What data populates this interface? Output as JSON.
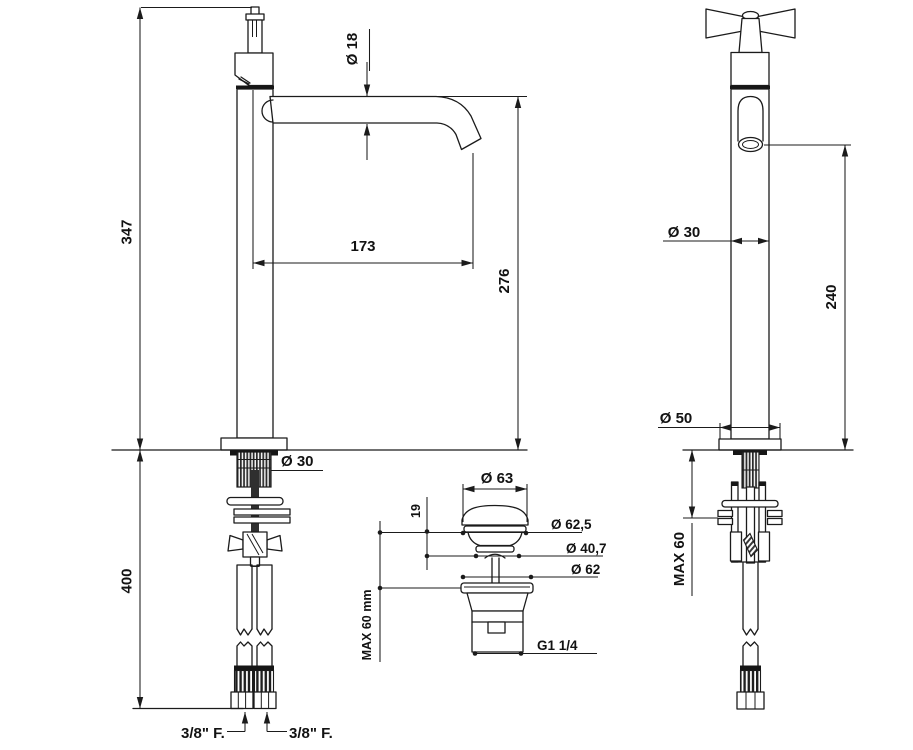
{
  "views": {
    "side": {
      "dims": {
        "total_height": "347",
        "spout_diameter": "Ø 18",
        "spout_reach": "173",
        "outlet_height": "276",
        "shank_diameter": "Ø 30",
        "below_deck_length": "400",
        "hose_thread_left": "3/8\" F.",
        "hose_thread_right": "3/8\" F."
      }
    },
    "front": {
      "dims": {
        "body_diameter": "Ø 30",
        "outlet_height": "240",
        "base_diameter": "Ø 50",
        "max_counter": "MAX 60"
      }
    },
    "drain": {
      "dims": {
        "cap_diameter": "Ø 63",
        "cap_lift": "19",
        "rim_diameter": "Ø 62,5",
        "neck_diameter": "Ø 40,7",
        "flange_diameter": "Ø 62",
        "max_counter": "MAX 60 mm",
        "outlet_thread": "G1 1/4"
      }
    }
  }
}
